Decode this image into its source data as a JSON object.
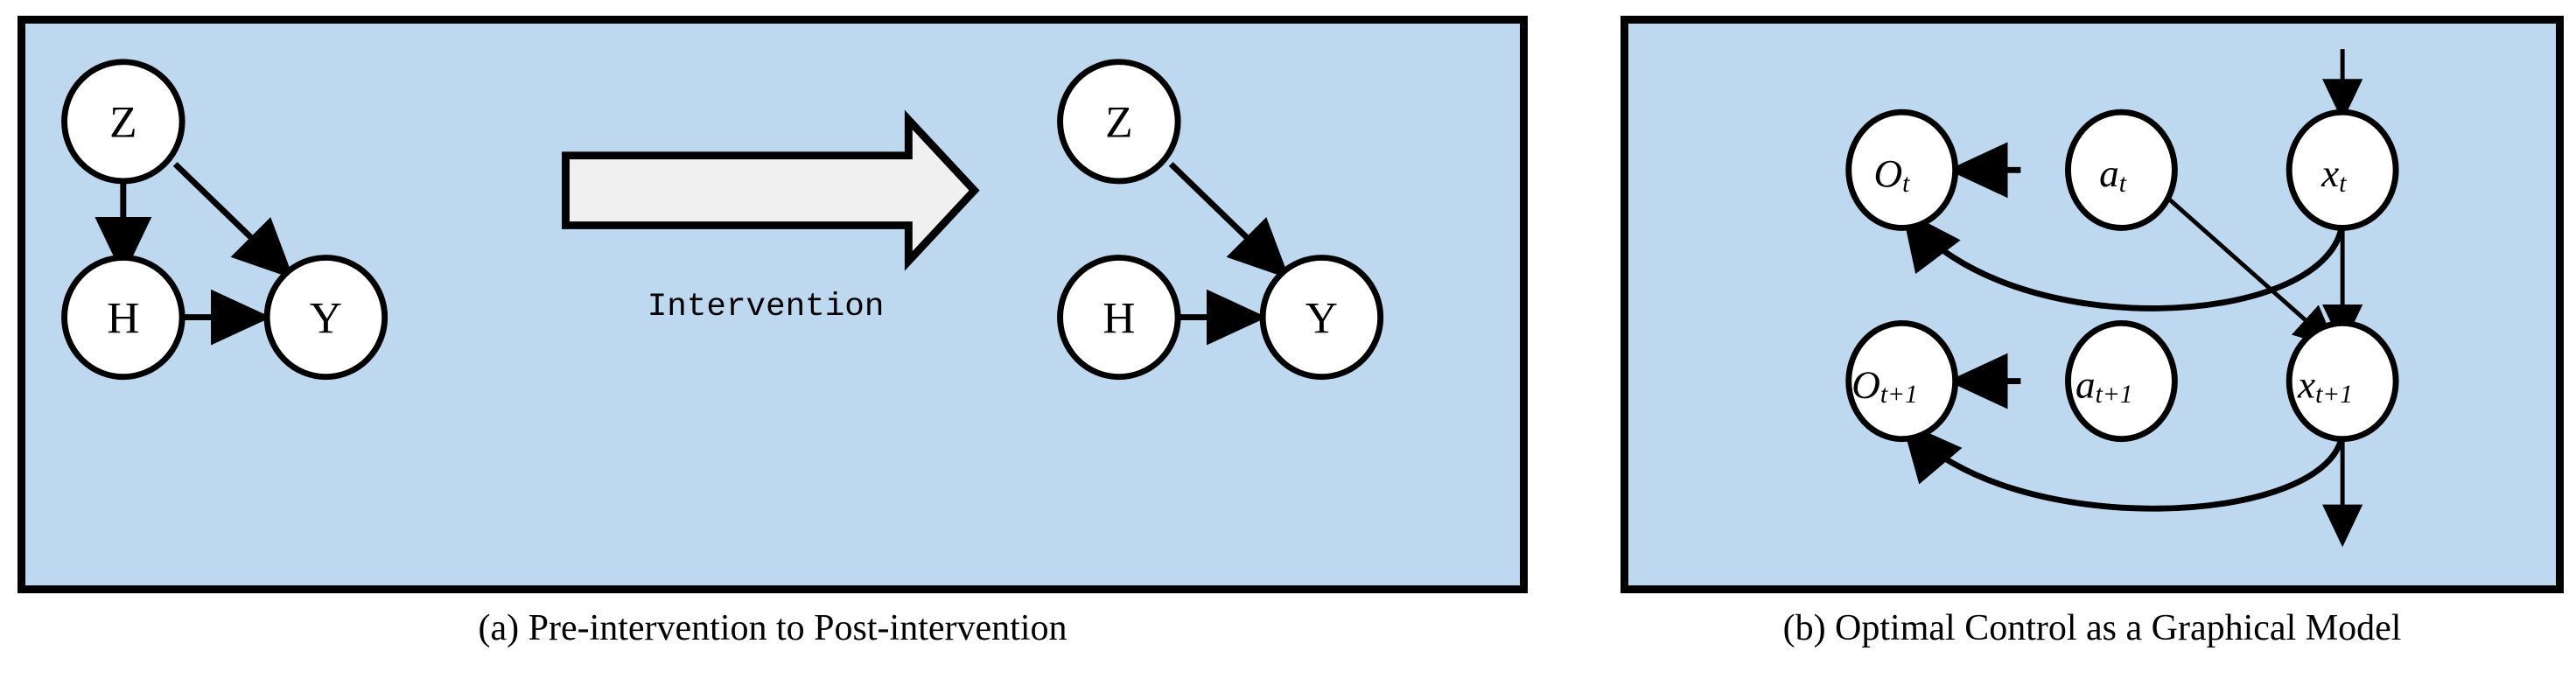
{
  "figure": {
    "panels": [
      {
        "id": "a",
        "caption": "(a) Pre-intervention to Post-intervention",
        "background_color": "#bed8ef",
        "border_color": "#000000",
        "middle_label": "Intervention",
        "middle_icon": "right-block-arrow-icon",
        "graphs": [
          {
            "name": "pre-intervention",
            "nodes": [
              {
                "id": "Z",
                "label": "Z"
              },
              {
                "id": "H",
                "label": "H"
              },
              {
                "id": "Y",
                "label": "Y"
              }
            ],
            "edges": [
              {
                "from": "Z",
                "to": "H"
              },
              {
                "from": "Z",
                "to": "Y"
              },
              {
                "from": "H",
                "to": "Y"
              }
            ]
          },
          {
            "name": "post-intervention",
            "nodes": [
              {
                "id": "Z",
                "label": "Z"
              },
              {
                "id": "H",
                "label": "H"
              },
              {
                "id": "Y",
                "label": "Y"
              }
            ],
            "edges": [
              {
                "from": "Z",
                "to": "Y"
              },
              {
                "from": "H",
                "to": "Y"
              }
            ]
          }
        ]
      },
      {
        "id": "b",
        "caption": "(b) Optimal Control as a Graphical Model",
        "background_color": "#bed8ef",
        "border_color": "#000000",
        "graph": {
          "name": "optimal-control",
          "nodes": [
            {
              "id": "o_t",
              "base": "O",
              "subscript": "t"
            },
            {
              "id": "a_t",
              "base": "a",
              "subscript": "t"
            },
            {
              "id": "x_t",
              "base": "x",
              "subscript": "t"
            },
            {
              "id": "o_t1",
              "base": "O",
              "subscript": "t+1"
            },
            {
              "id": "a_t1",
              "base": "a",
              "subscript": "t+1"
            },
            {
              "id": "x_t1",
              "base": "x",
              "subscript": "t+1"
            }
          ],
          "edges": [
            {
              "from": "external-in",
              "to": "x_t",
              "style": "straight"
            },
            {
              "from": "a_t",
              "to": "o_t",
              "style": "straight"
            },
            {
              "from": "x_t",
              "to": "o_t",
              "style": "curved"
            },
            {
              "from": "x_t",
              "to": "x_t1",
              "style": "straight"
            },
            {
              "from": "a_t",
              "to": "x_t1",
              "style": "straight"
            },
            {
              "from": "a_t1",
              "to": "o_t1",
              "style": "straight"
            },
            {
              "from": "x_t1",
              "to": "o_t1",
              "style": "curved"
            },
            {
              "from": "x_t1",
              "to": "external-out",
              "style": "straight"
            }
          ]
        }
      }
    ]
  }
}
